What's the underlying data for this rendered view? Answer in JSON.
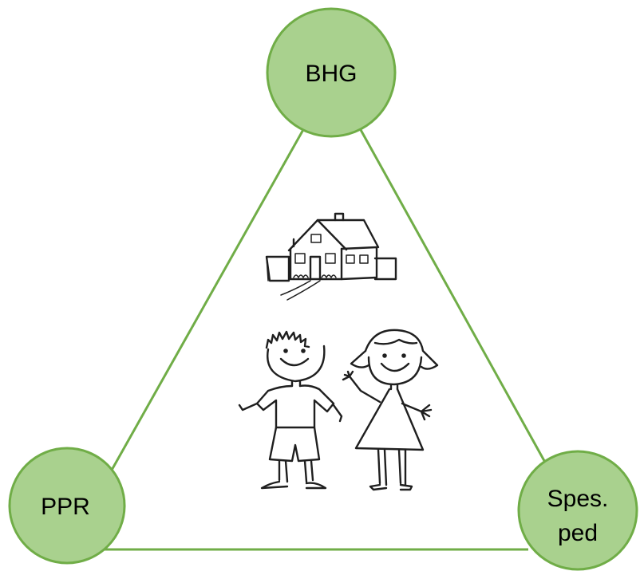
{
  "colors": {
    "node_fill": "#a9d18e",
    "node_stroke": "#70ad47",
    "edge_stroke": "#70ad47",
    "sketch_stroke": "#1f1f1f"
  },
  "nodes": {
    "top": {
      "label": "BHG"
    },
    "bottom_left": {
      "label": "PPR"
    },
    "bottom_right": {
      "label_line1": "Spes.",
      "label_line2": "ped"
    }
  },
  "illustrations": {
    "center_top": "house-sketch",
    "center_bottom": "two-children-sketch"
  }
}
